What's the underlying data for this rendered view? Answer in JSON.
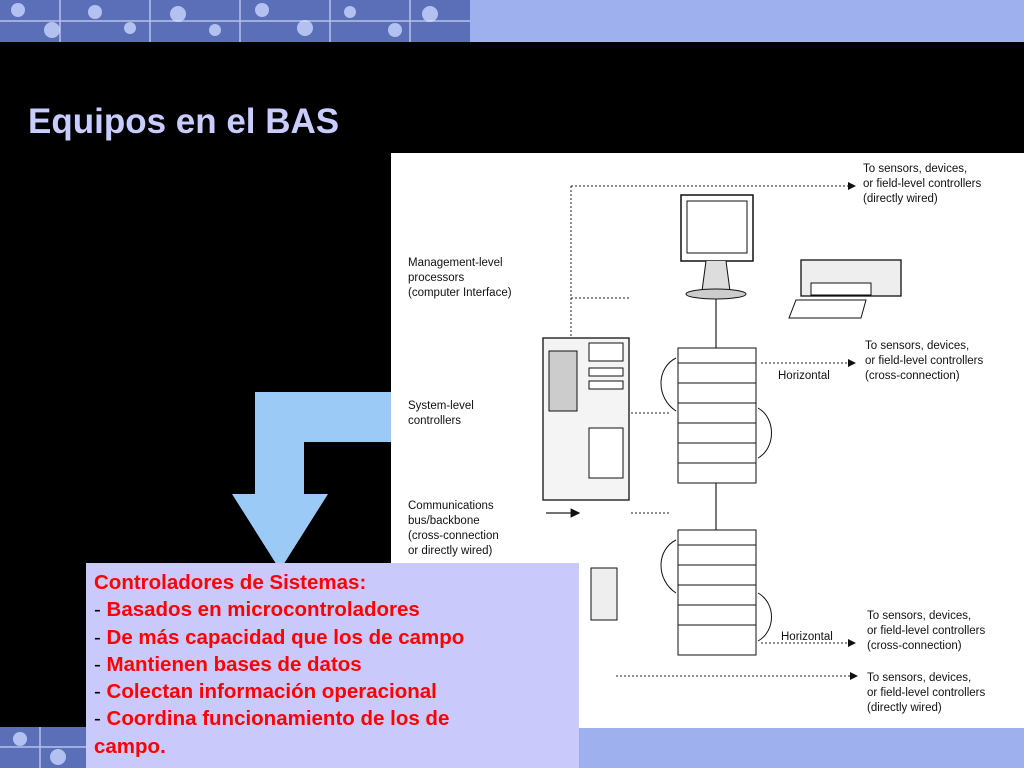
{
  "slide": {
    "title": "Equipos en el BAS"
  },
  "diagram": {
    "labels": {
      "top_right": "To sensors, devices,\nor field-level controllers\n(directly wired)",
      "management": "Management-level\nprocessors\n(computer Interface)",
      "horizontal_1": "Horizontal",
      "cross_1": "To sensors, devices,\nor field-level controllers\n(cross-connection)",
      "system": "System-level\ncontrollers",
      "comms": "Communications\nbus/backbone\n(cross-connection\nor directly wired)",
      "horizontal_2": "Horizontal",
      "cross_2": "To sensors, devices,\nor field-level controllers\n(cross-connection)",
      "bottom_right": "To sensors, devices,\nor field-level controllers\n(directly wired)"
    }
  },
  "info_box": {
    "heading": "Controladores de Sistemas:",
    "dash": "-",
    "items": [
      "Basados en microcontroladores",
      "De más capacidad que los de campo",
      "Mantienen bases de datos",
      "Colectan información operacional",
      "Coordina funcionamiento de los de"
    ],
    "tail": "campo."
  },
  "colors": {
    "band": "#9fb0ef",
    "title": "#c9ccff",
    "arrow": "#9ccaf6",
    "info_bg": "#c9c9fb",
    "info_text": "#ff0000"
  }
}
